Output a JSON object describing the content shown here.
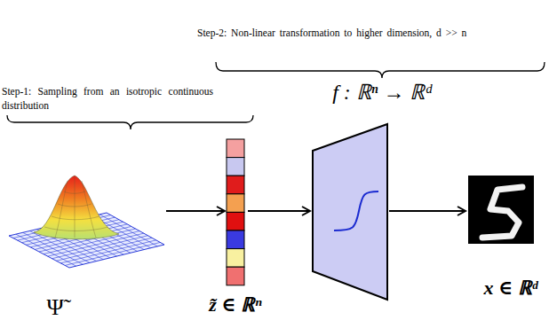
{
  "diagram": {
    "nodes": [
      {
        "text": [
          "Ψ̃"
        ]
      },
      {
        "text": [
          "z̃ ∈ ℝⁿ"
        ]
      },
      {
        "text": [
          "x ∈ ℝᵈ"
        ]
      }
    ],
    "edges": [
      {
        "from": 0,
        "to": 1,
        "arrow": "to"
      }
    ],
    "labels": [
      "Step-2: Non-linear transformation to higher dimension, d >> n",
      "f : ℝⁿ → ℝᵈ",
      "Step-1: Sampling from an isotropic continuous distribution"
    ]
  }
}
